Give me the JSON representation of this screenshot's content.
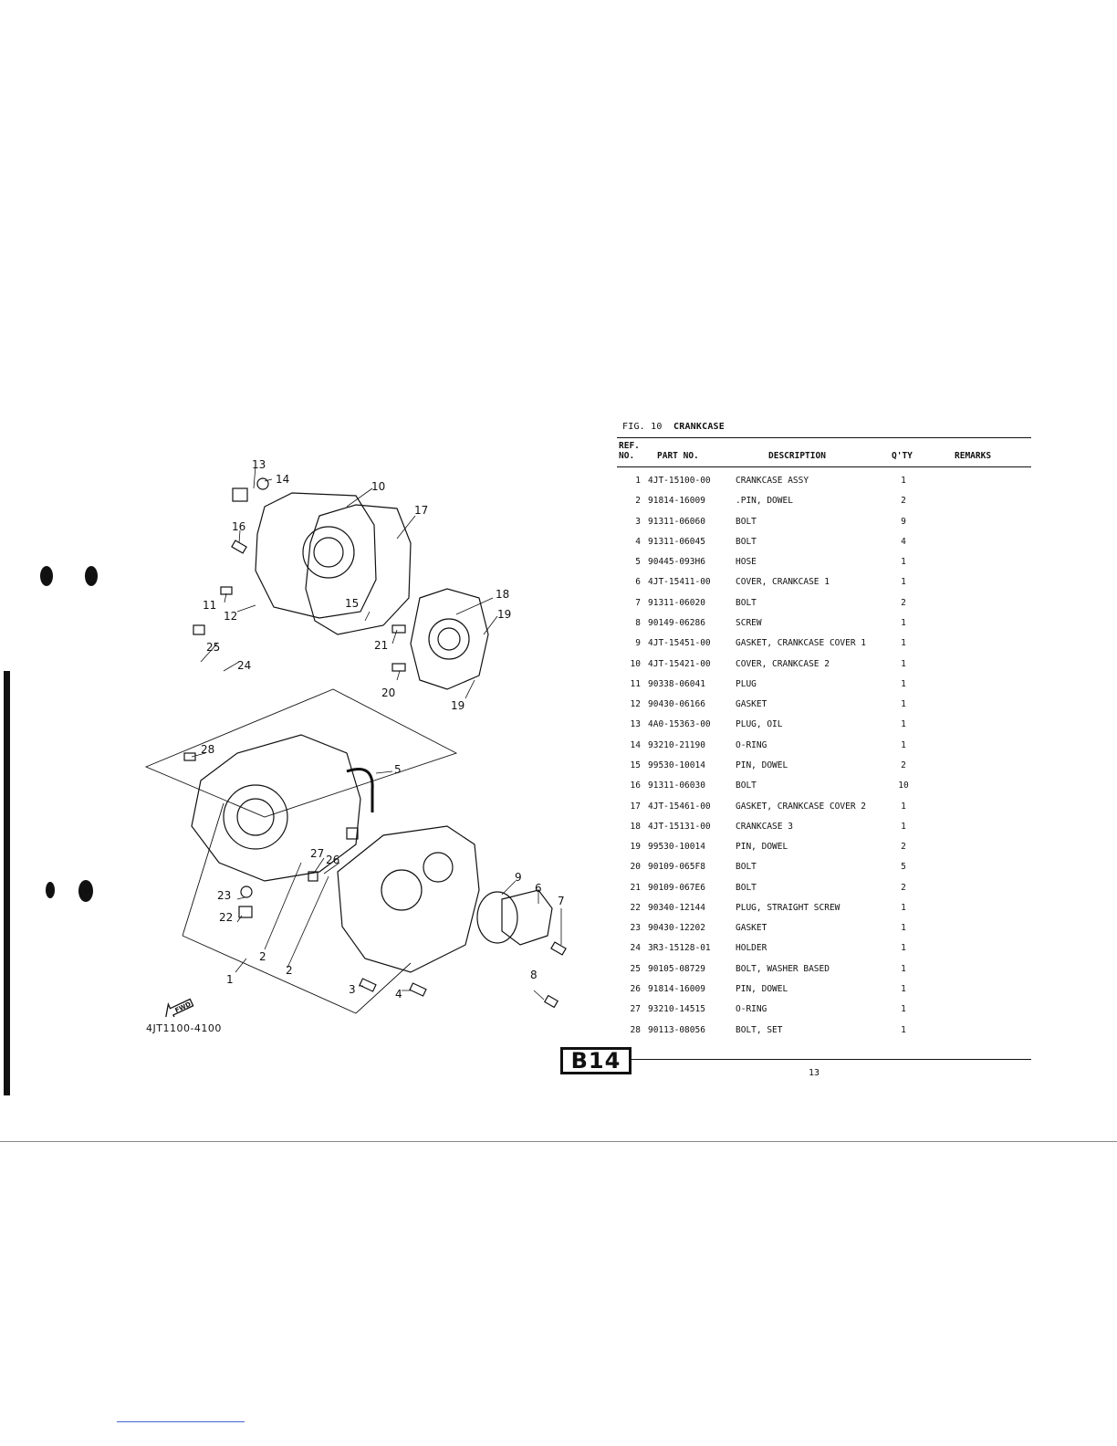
{
  "figure": {
    "prefix": "FIG. 10",
    "title": "CRANKCASE"
  },
  "table": {
    "headers": {
      "ref_line1": "REF.",
      "ref_line2": "NO.",
      "part_no": "PART NO.",
      "description": "DESCRIPTION",
      "qty": "Q'TY",
      "remarks": "REMARKS"
    },
    "rows": [
      {
        "ref": "1",
        "part": "4JT-15100-00",
        "desc": "CRANKCASE ASSY",
        "qty": "1"
      },
      {
        "ref": "2",
        "part": "91814-16009",
        "desc": ".PIN, DOWEL",
        "qty": "2"
      },
      {
        "ref": "3",
        "part": "91311-06060",
        "desc": "BOLT",
        "qty": "9"
      },
      {
        "ref": "4",
        "part": "91311-06045",
        "desc": "BOLT",
        "qty": "4"
      },
      {
        "ref": "5",
        "part": "90445-093H6",
        "desc": "HOSE",
        "qty": "1"
      },
      {
        "ref": "6",
        "part": "4JT-15411-00",
        "desc": "COVER, CRANKCASE 1",
        "qty": "1"
      },
      {
        "ref": "7",
        "part": "91311-06020",
        "desc": "BOLT",
        "qty": "2"
      },
      {
        "ref": "8",
        "part": "90149-06286",
        "desc": "SCREW",
        "qty": "1"
      },
      {
        "ref": "9",
        "part": "4JT-15451-00",
        "desc": "GASKET, CRANKCASE COVER 1",
        "qty": "1"
      },
      {
        "ref": "10",
        "part": "4JT-15421-00",
        "desc": "COVER, CRANKCASE 2",
        "qty": "1"
      },
      {
        "ref": "11",
        "part": "90338-06041",
        "desc": "PLUG",
        "qty": "1"
      },
      {
        "ref": "12",
        "part": "90430-06166",
        "desc": "GASKET",
        "qty": "1"
      },
      {
        "ref": "13",
        "part": "4A0-15363-00",
        "desc": "PLUG, OIL",
        "qty": "1"
      },
      {
        "ref": "14",
        "part": "93210-21190",
        "desc": "O-RING",
        "qty": "1"
      },
      {
        "ref": "15",
        "part": "99530-10014",
        "desc": "PIN, DOWEL",
        "qty": "2"
      },
      {
        "ref": "16",
        "part": "91311-06030",
        "desc": "BOLT",
        "qty": "10"
      },
      {
        "ref": "17",
        "part": "4JT-15461-00",
        "desc": "GASKET, CRANKCASE COVER 2",
        "qty": "1"
      },
      {
        "ref": "18",
        "part": "4JT-15131-00",
        "desc": "CRANKCASE 3",
        "qty": "1"
      },
      {
        "ref": "19",
        "part": "99530-10014",
        "desc": "PIN, DOWEL",
        "qty": "2"
      },
      {
        "ref": "20",
        "part": "90109-065F8",
        "desc": "BOLT",
        "qty": "5"
      },
      {
        "ref": "21",
        "part": "90109-067E6",
        "desc": "BOLT",
        "qty": "2"
      },
      {
        "ref": "22",
        "part": "90340-12144",
        "desc": "PLUG, STRAIGHT SCREW",
        "qty": "1"
      },
      {
        "ref": "23",
        "part": "90430-12202",
        "desc": "GASKET",
        "qty": "1"
      },
      {
        "ref": "24",
        "part": "3R3-15128-01",
        "desc": "HOLDER",
        "qty": "1"
      },
      {
        "ref": "25",
        "part": "90105-08729",
        "desc": "BOLT, WASHER BASED",
        "qty": "1"
      },
      {
        "ref": "26",
        "part": "91814-16009",
        "desc": "PIN, DOWEL",
        "qty": "1"
      },
      {
        "ref": "27",
        "part": "93210-14515",
        "desc": "O-RING",
        "qty": "1"
      },
      {
        "ref": "28",
        "part": "90113-08056",
        "desc": "BOLT, SET",
        "qty": "1"
      }
    ]
  },
  "diagram": {
    "drawing_code": "4JT1100-4100",
    "fwd_label": "FWD",
    "callouts": [
      "13",
      "14",
      "10",
      "17",
      "16",
      "11",
      "12",
      "15",
      "18",
      "19",
      "21",
      "20",
      "19",
      "25",
      "24",
      "28",
      "5",
      "27",
      "26",
      "9",
      "6",
      "7",
      "23",
      "22",
      "2",
      "2",
      "1",
      "3",
      "4",
      "8"
    ]
  },
  "footer": {
    "page_code": "B14",
    "page_number": "13"
  }
}
